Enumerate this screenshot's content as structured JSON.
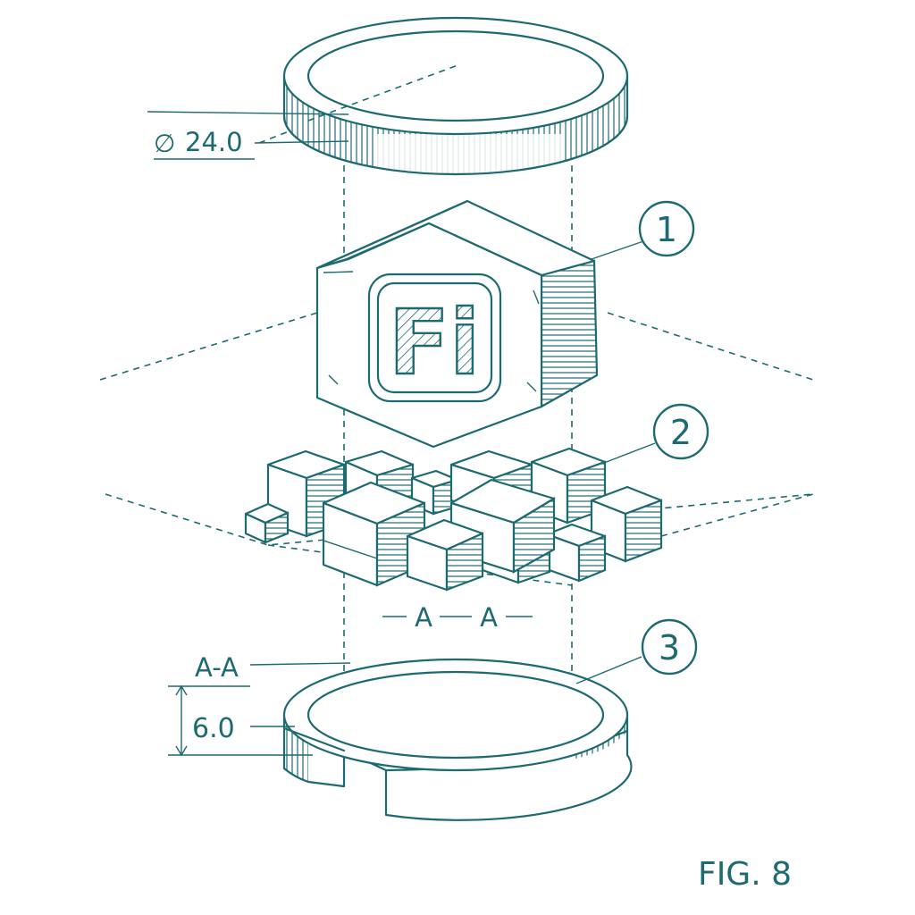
{
  "dimensions": {
    "diameter_symbol": "∅",
    "diameter_value": "24.0",
    "thickness_value": "6.0",
    "section_left": "A",
    "section_right": "A",
    "section_label": "A-A"
  },
  "callouts": [
    "1",
    "2",
    "3"
  ],
  "logo_text": "Fi",
  "figure_label": "FIG. 8",
  "colors": {
    "ink": "#1d6a70",
    "background": "#ffffff"
  }
}
